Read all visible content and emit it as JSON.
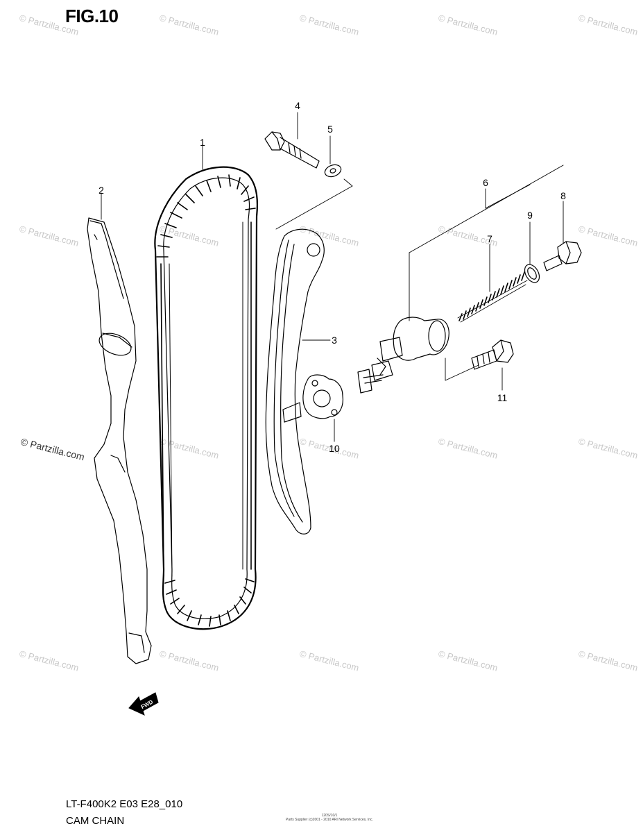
{
  "figure": {
    "title": "FIG.10",
    "model_code": "LT-F400K2 E03 E28_010",
    "caption": "CAM CHAIN",
    "footer_page_id": "120S/10/1",
    "footer_fine_print": "Parts Supplier (c)2001 - 2010 ARI Network Services, Inc."
  },
  "watermark": {
    "text": "© Partzilla.com"
  },
  "callouts": [
    {
      "number": "1"
    },
    {
      "number": "2"
    },
    {
      "number": "3"
    },
    {
      "number": "4"
    },
    {
      "number": "5"
    },
    {
      "number": "6"
    },
    {
      "number": "7"
    },
    {
      "number": "8"
    },
    {
      "number": "9"
    },
    {
      "number": "10"
    },
    {
      "number": "11"
    }
  ],
  "direction_marker": {
    "label": "FWD",
    "icon": "arrow-left-icon"
  },
  "colors": {
    "line": "#000000",
    "watermark": "#c8c8c8"
  }
}
